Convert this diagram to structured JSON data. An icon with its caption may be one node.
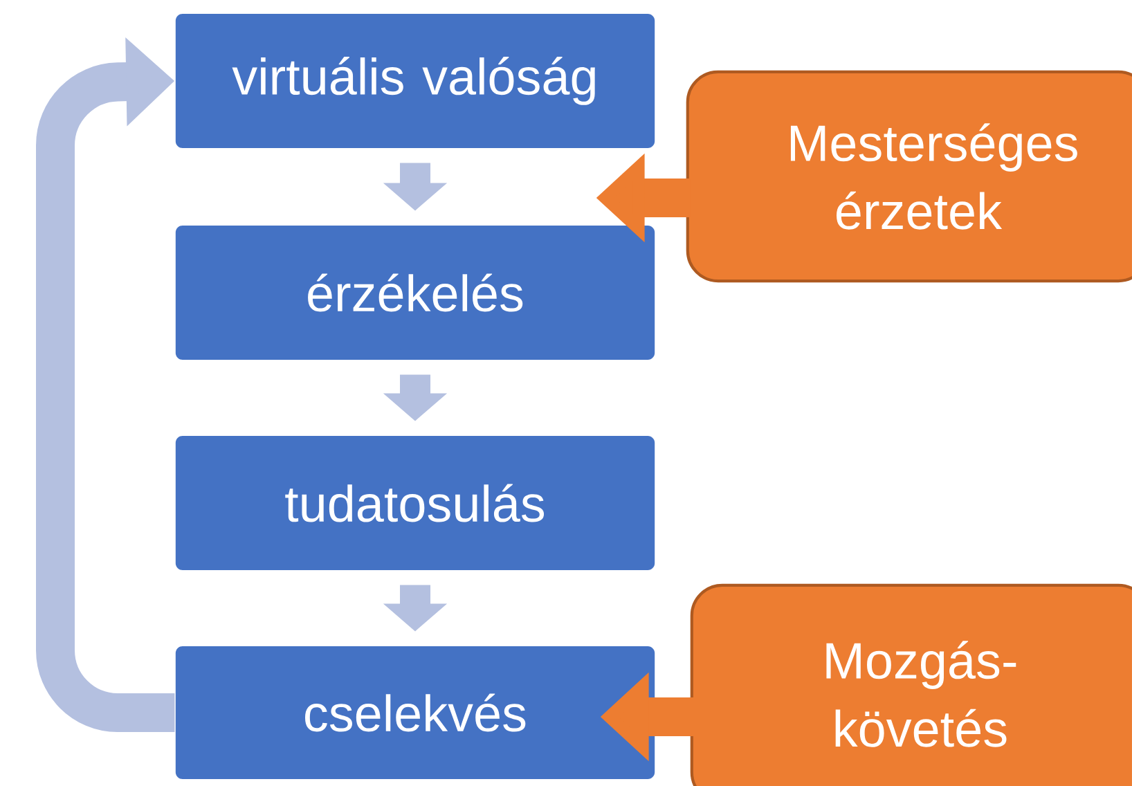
{
  "diagram": {
    "nodes": [
      {
        "text": [
          "virtuális valóság"
        ]
      },
      {
        "text": [
          "érzékelés"
        ]
      },
      {
        "text": [
          "tudatosulás"
        ]
      },
      {
        "text": [
          "cselekvés"
        ]
      },
      {
        "text": [
          "Mesterséges érzetek"
        ]
      },
      {
        "text": [
          "Mozgás- követés"
        ]
      }
    ],
    "edges": [
      {
        "from": 0,
        "to": 1,
        "arrow": "to"
      },
      {
        "from": 1,
        "to": 2,
        "arrow": "to"
      },
      {
        "from": 2,
        "to": 3,
        "arrow": "to"
      },
      {
        "from": 3,
        "to": 0,
        "arrow": "to"
      },
      {
        "from": 4,
        "to": 1,
        "arrow": "to",
        "color": "#ed7d31"
      },
      {
        "from": 5,
        "to": 3,
        "arrow": "to",
        "color": "#ed7d31"
      }
    ]
  }
}
